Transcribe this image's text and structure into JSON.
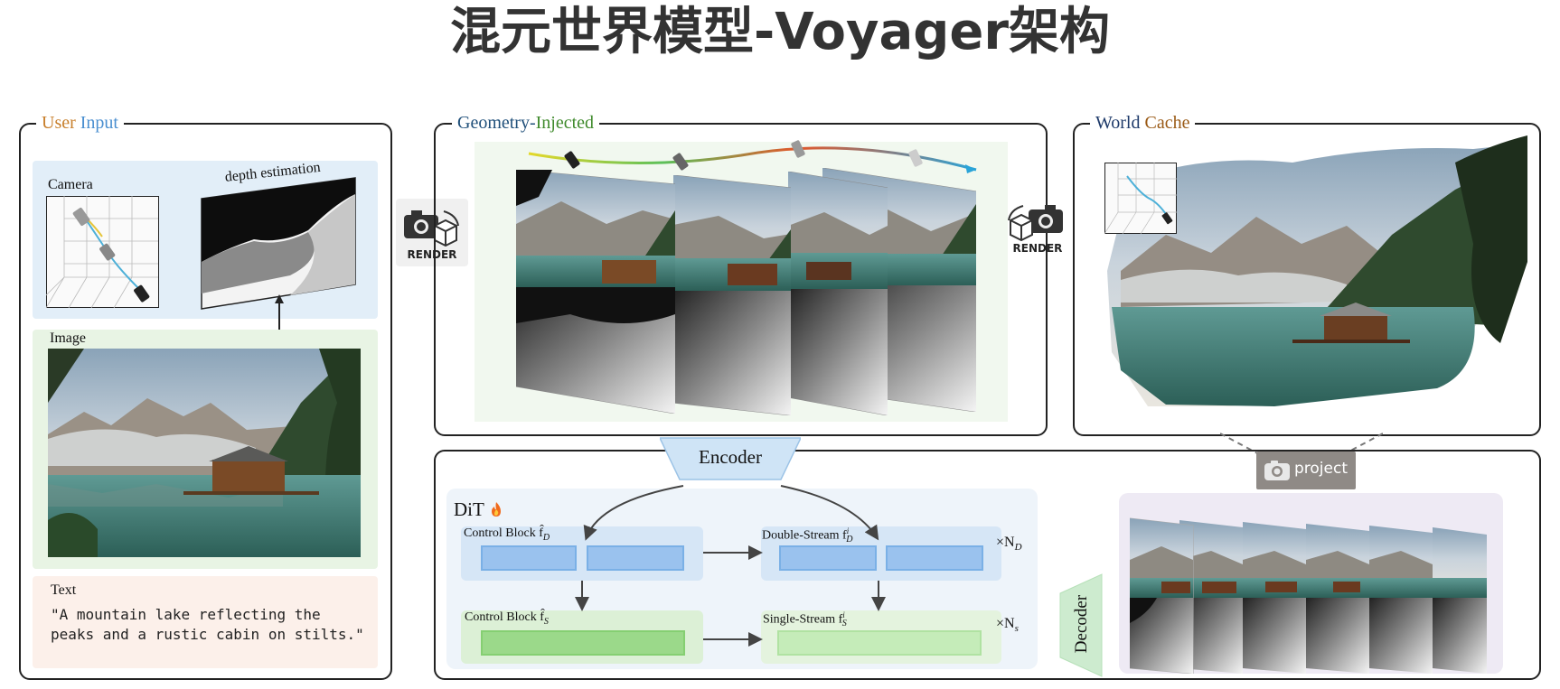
{
  "title": "混元世界模型-Voyager架构",
  "user_input": {
    "label_part1": "User",
    "label_part2": "Input",
    "camera_label": "Camera",
    "depth_label": "depth estimation",
    "image_label": "Image",
    "text_label": "Text",
    "prompt_line1": "\"A mountain lake reflecting the",
    "prompt_line2": "peaks and a rustic cabin on stilts.\""
  },
  "render_left": "RENDER",
  "render_right": "RENDER",
  "geometry": {
    "label_part1": "Geometry-",
    "label_part2": "Injected"
  },
  "world_cache": {
    "label_part1": "World",
    "label_part2": "Cache"
  },
  "project_label": "project",
  "encoder_label": "Encoder",
  "decoder_label": "Decoder",
  "dit": {
    "label": "DiT",
    "control_block_d": "Control Block f̂",
    "control_block_d_sub": "D",
    "control_block_s": "Control Block f̂",
    "control_block_s_sub": "S",
    "double_stream": "Double-Stream f",
    "double_stream_sub": "D",
    "double_stream_sup": "i",
    "single_stream": "Single-Stream f",
    "single_stream_sub": "S",
    "single_stream_sup": "i",
    "nd_label": "×N",
    "nd_sub": "D",
    "ns_label": "×N",
    "ns_sub": "s"
  },
  "colors": {
    "user_orange": "#c87f2c",
    "user_blue": "#4a8fd0",
    "geometry_blue": "#1f4f7a",
    "geometry_green": "#3f8a2c",
    "cache_navy": "#1e3a6a",
    "cache_brown": "#9a5a16",
    "block_blue": "#8fb9ea",
    "block_green": "#9fd98c"
  }
}
